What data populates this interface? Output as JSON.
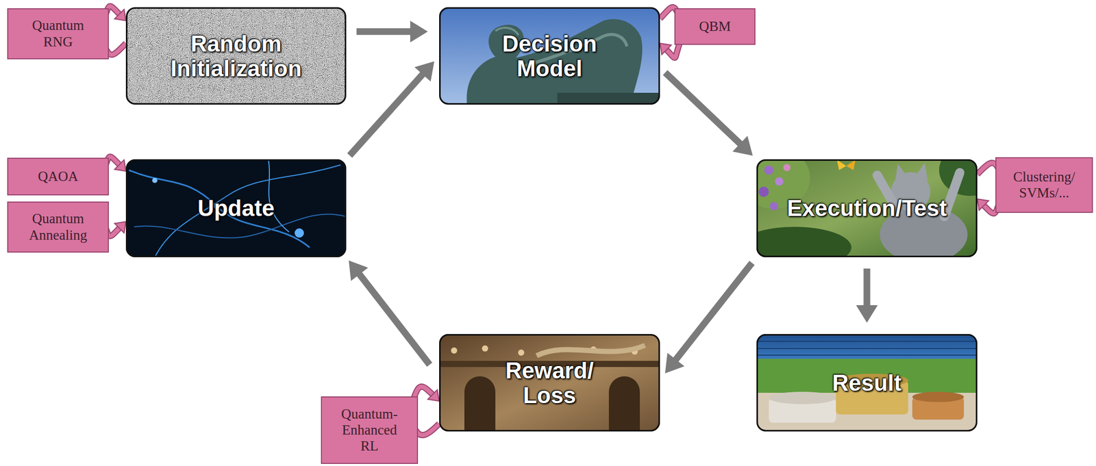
{
  "diagram": {
    "nodes": [
      {
        "text": [
          "Quantum RNG"
        ]
      },
      {
        "text": [
          "Random Initialization"
        ]
      },
      {
        "text": [
          "Decision Model"
        ]
      },
      {
        "text": [
          "QBM"
        ]
      },
      {
        "text": [
          "QAOA"
        ]
      },
      {
        "text": [
          "Update"
        ]
      },
      {
        "text": [
          "Execution/Test"
        ]
      },
      {
        "text": [
          "Clustering/ SVMs/..."
        ]
      },
      {
        "text": [
          "Quantum Annealing"
        ]
      },
      {
        "text": [
          "Reward/ Loss"
        ]
      },
      {
        "text": [
          "Result"
        ]
      },
      {
        "text": [
          "Quantum- Enhanced RL"
        ]
      }
    ],
    "edges": [
      {
        "from": 1,
        "to": 2,
        "arrow": "to"
      },
      {
        "from": 2,
        "to": 6,
        "arrow": "to"
      },
      {
        "from": 6,
        "to": 10,
        "arrow": "to"
      },
      {
        "from": 6,
        "to": 9,
        "arrow": "to"
      },
      {
        "from": 9,
        "to": 5,
        "arrow": "to"
      },
      {
        "from": 5,
        "to": 2,
        "arrow": "to"
      },
      {
        "from": 0,
        "to": 1,
        "arrow": "to"
      },
      {
        "from": 3,
        "to": 2,
        "arrow": "to"
      },
      {
        "from": 7,
        "to": 6,
        "arrow": "to"
      },
      {
        "from": 4,
        "to": 5,
        "arrow": "to"
      },
      {
        "from": 8,
        "to": 5,
        "arrow": "to"
      },
      {
        "from": 11,
        "to": 9,
        "arrow": "to"
      }
    ]
  }
}
